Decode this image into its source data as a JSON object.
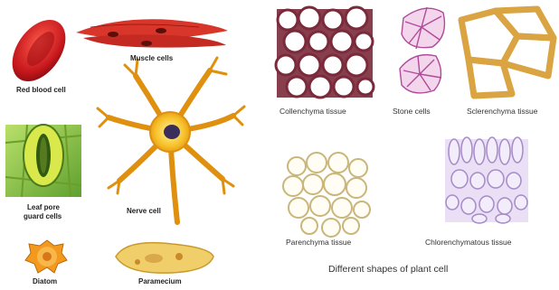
{
  "labels": {
    "red_blood_cell": "Red blood cell",
    "muscle_cells": "Muscle cells",
    "leaf_pore_line1": "Leaf pore",
    "leaf_pore_line2": "guard cells",
    "nerve_cell": "Nerve cell",
    "diatom": "Diatom",
    "paramecium": "Paramecium",
    "collenchyma_tissue": "Collenchyma   tissue",
    "stone_cells": "Stone   cells",
    "sclerenchyma_tissue": "Sclerenchyma tissue",
    "parenchyma_tissue": "Parenchyma tissue",
    "chlorenchymatous_tissue": "Chlorenchymatous tissue",
    "plant_caption": "Different shapes of plant cell"
  },
  "colors": {
    "red_blood_cell": "#c4161c",
    "muscle": "#d8362b",
    "nerve": "#f2b21b",
    "guard_cell": "#8cbf3f",
    "diatom": "#f39a1e",
    "paramecium": "#f0cf6a",
    "collenchyma": "#7a2a3a",
    "stone": "#b04a9a",
    "sclerenchyma": "#d9a441",
    "parenchyma": "#d9c89a",
    "chlorenchyma": "#a58bc8"
  }
}
